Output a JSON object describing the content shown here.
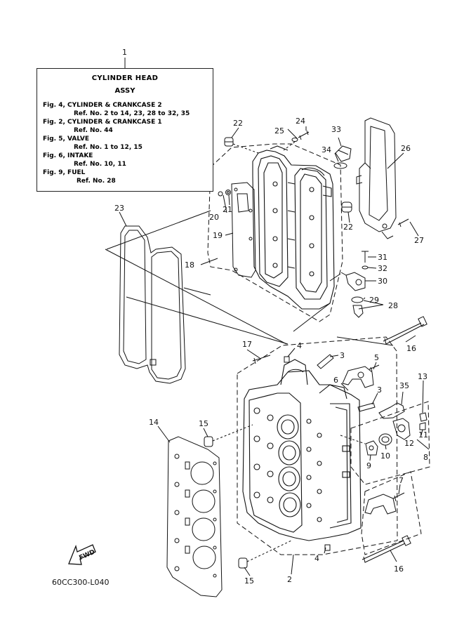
{
  "legend": {
    "title": "CYLINDER HEAD",
    "subtitle": "ASSY",
    "lines": [
      "Fig. 4, CYLINDER & CRANKCASE 2",
      "Ref. No. 2 to 14, 23, 28 to 32, 35",
      "Fig. 2, CYLINDER & CRANKCASE 1",
      "Ref. No. 44",
      "Fig. 5, VALVE",
      "Ref. No. 1 to 12, 15",
      "Fig. 6, INTAKE",
      "Ref. No. 10, 11",
      "Fig. 9, FUEL",
      "Ref. No. 28"
    ]
  },
  "callouts": [
    "1",
    "2",
    "3",
    "3",
    "4",
    "4",
    "5",
    "6",
    "7",
    "8",
    "9",
    "10",
    "11",
    "12",
    "13",
    "14",
    "15",
    "15",
    "16",
    "16",
    "17",
    "18",
    "19",
    "20",
    "21",
    "22",
    "22",
    "23",
    "24",
    "25",
    "26",
    "27",
    "28",
    "29",
    "30",
    "31",
    "32",
    "33",
    "34",
    "35"
  ],
  "fwd_label": "FWD",
  "diagram_code": "60CC300-L040"
}
